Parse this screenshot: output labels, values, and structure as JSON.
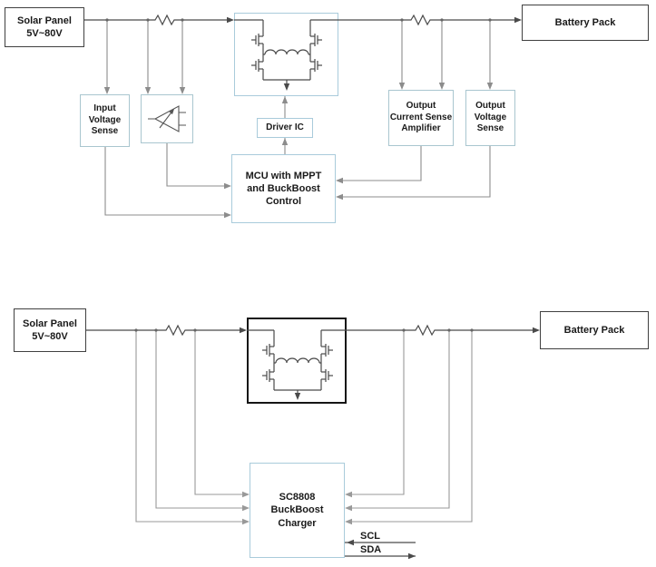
{
  "diagram1": {
    "solar_panel": "Solar Panel\n5V~80V",
    "battery_pack": "Battery Pack",
    "input_voltage_sense": "Input\nVoltage\nSense",
    "driver_ic": "Driver IC",
    "output_current_sense_amplifier": "Output\nCurrent Sense\nAmplifier",
    "output_voltage_sense": "Output\nVoltage\nSense",
    "mcu": "MCU with MPPT\nand BuckBoost\nControl"
  },
  "diagram2": {
    "solar_panel": "Solar Panel\n5V~80V",
    "battery_pack": "Battery Pack",
    "charger": "SC8808\nBuckBoost\nCharger",
    "scl": "SCL",
    "sda": "SDA"
  },
  "symbols": {
    "resistor": "current-sense-resistor",
    "mosfet": "mosfet-switch",
    "inductor": "inductor-coil",
    "ground": "ground-arrow",
    "amplifier": "sense-amplifier"
  },
  "colors": {
    "box_border_dark": "#404040",
    "box_border_light_blue": "#a9cbdb",
    "box_border_light_teal": "#a9c6cf",
    "wire_main": "#4a4a4a",
    "wire_sense": "#8c8c8c",
    "text": "#1a1a1a"
  }
}
